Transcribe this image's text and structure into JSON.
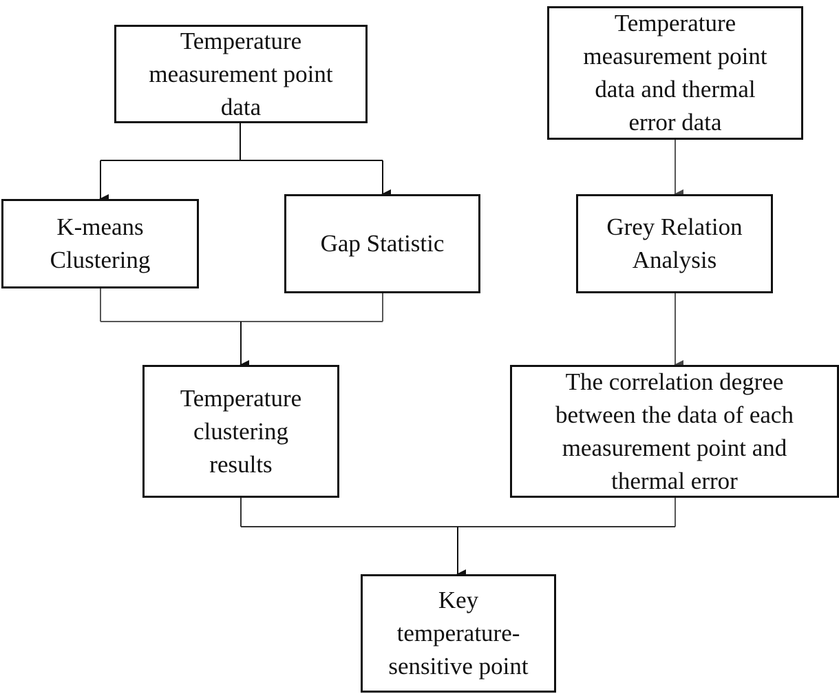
{
  "nodes": {
    "temp_data": "Temperature\nmeasurement point\ndata",
    "temp_thermal_data": "Temperature\nmeasurement point\ndata and thermal\nerror data",
    "kmeans": "K-means\nClustering",
    "gap_statistic": "Gap Statistic",
    "grey_relation": "Grey Relation\nAnalysis",
    "clustering_results": "Temperature\nclustering\nresults",
    "correlation_degree": "The correlation degree\nbetween the data of each\nmeasurement point and\nthermal error",
    "key_point": "Key\ntemperature-\nsensitive point"
  },
  "colors": {
    "node_border": "#111111",
    "connector_dark": "#111111",
    "connector_gray": "#555555",
    "background": "#ffffff"
  }
}
